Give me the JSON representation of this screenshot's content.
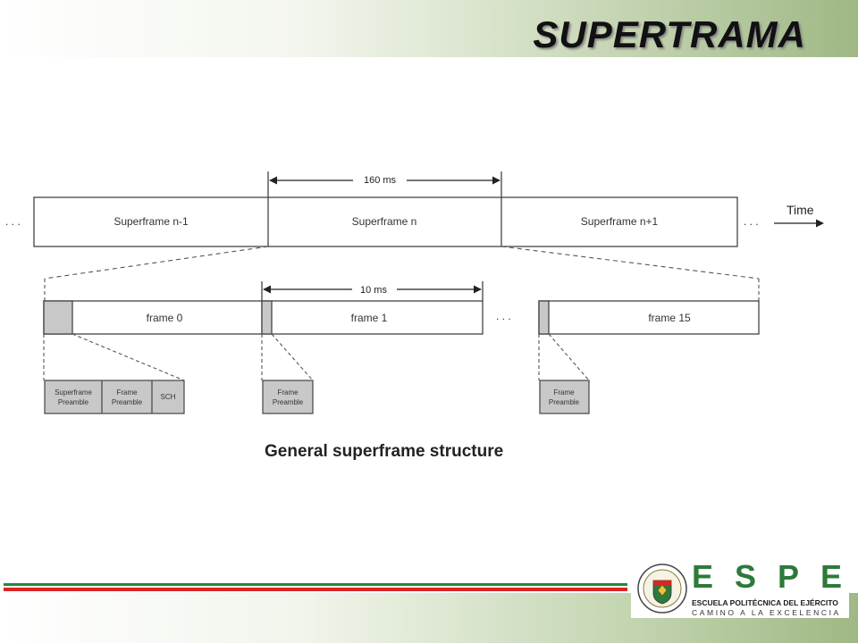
{
  "slide": {
    "title": "SUPERTRAMA"
  },
  "diagram": {
    "superframes": [
      "Superframe n-1",
      "Superframe n",
      "Superframe n+1"
    ],
    "superframe_duration": "160 ms",
    "time_label": "Time",
    "frames": [
      "frame 0",
      "frame 1",
      "frame 15"
    ],
    "frame_duration": "10 ms",
    "ellipsis": ". . .",
    "frame0_fields": [
      [
        "Superframe",
        "Preamble"
      ],
      [
        "Frame",
        "Preamble"
      ],
      [
        "SCH"
      ]
    ],
    "frame1_fields": [
      [
        "Frame",
        "Preamble"
      ]
    ],
    "frame15_fields": [
      [
        "Frame",
        "Preamble"
      ]
    ],
    "caption": "General superframe structure"
  },
  "logo": {
    "letters": "ESPE",
    "school": "ESCUELA POLITÉCNICA DEL EJÉRCITO",
    "motto": "CAMINO A LA EXCELENCIA"
  },
  "colors": {
    "header_accent": "#9fb885",
    "stripe_green": "#1f8a3b",
    "stripe_red": "#d8261f",
    "logo_green": "#2d7a3a",
    "preamble_fill": "#c8c8c8"
  }
}
